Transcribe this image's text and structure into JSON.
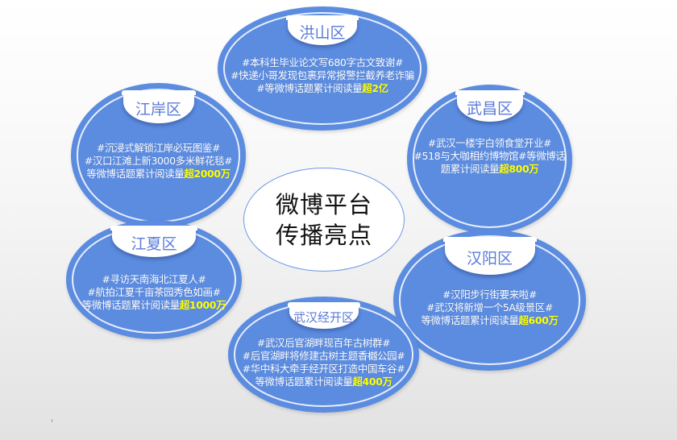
{
  "center": {
    "line1": "微博平台",
    "line2": "传播亮点"
  },
  "colors": {
    "bubble_fill": "#5b8ce0",
    "ring": "#e8eefb",
    "label_text": "#5a7ad8",
    "highlight": "#ffff00",
    "center_border": "#6f98e6"
  },
  "districts": [
    {
      "name": "洪山区",
      "lines": [
        "#本科生毕业论文写680字古文致谢#",
        "#快递小哥发现包裹异常报警拦截养老诈骗"
      ],
      "last_prefix": "#等微博话题累计阅读量",
      "highlight": "超2亿"
    },
    {
      "name": "江岸区",
      "lines": [
        "#沉浸式解锁江岸必玩图鉴#",
        "#汉口江滩上新3000多米鲜花毯#"
      ],
      "last_prefix": "等微博话题累计阅读量",
      "highlight": "超2000万"
    },
    {
      "name": "武昌区",
      "lines": [
        "#武汉一楼宇白领食堂开业#",
        "#518与大咖相约博物馆#等微博话"
      ],
      "last_prefix": "题累计阅读量",
      "highlight": "超800万"
    },
    {
      "name": "江夏区",
      "lines": [
        "#寻访天南海北江夏人#",
        "#航拍江夏千亩茶园秀色如画#"
      ],
      "last_prefix": "等微博话题累计阅读量",
      "highlight": "超1000万"
    },
    {
      "name": "汉阳区",
      "lines": [
        "#汉阳步行街要来啦#",
        "#武汉将新增一个5A级景区#"
      ],
      "last_prefix": "等微博话题累计阅读量",
      "highlight": "超600万"
    },
    {
      "name": "武汉经开区",
      "lines": [
        "#武汉后官湖畔现百年古树群#",
        "#后官湖畔将修建古树主题香樾公园#",
        "#华中科大牵手经开区打造中国车谷#"
      ],
      "last_prefix": "等微博话题累计阅读量",
      "highlight": "超400万"
    }
  ]
}
